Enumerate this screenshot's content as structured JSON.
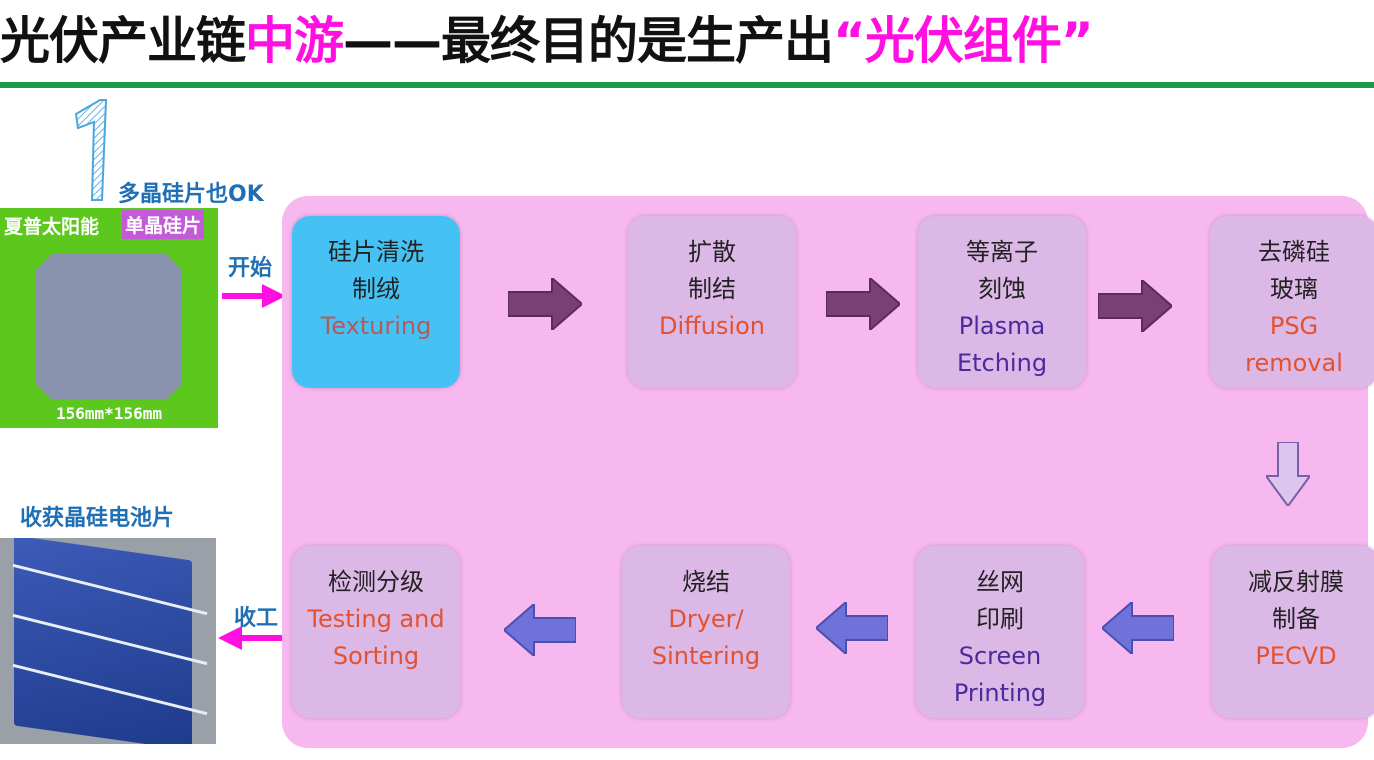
{
  "title": {
    "part1": "光伏产业链",
    "part2": "中游",
    "part3": "——最终目的是生产出",
    "part4": "“光伏组件”"
  },
  "colors": {
    "highlight": "#ff10e0",
    "accent_bar": "#1a9a4a",
    "label_blue": "#1f6fb5",
    "panel_bg": "#f6b8ee",
    "step_bg": "#dcb8e6",
    "first_step_bg": "#45c2f3",
    "arrow_right": "#7b3f78",
    "arrow_down_left": "#6f72d8"
  },
  "step_number": "1",
  "note_ok": "多晶硅片也OK",
  "wafer": {
    "brand": "夏普太阳能",
    "type": "单晶硅片",
    "size": "156mm*156mm"
  },
  "start_label": "开始",
  "finish_label": "收工",
  "harvest_label": "收获晶硅电池片",
  "steps": [
    {
      "zh1": "硅片清洗",
      "zh2": "制绒",
      "en1": "Texturing",
      "en2": ""
    },
    {
      "zh1": "扩散",
      "zh2": "制结",
      "en1": "Diffusion",
      "en2": ""
    },
    {
      "zh1": "等离子",
      "zh2": "刻蚀",
      "en1": "Plasma",
      "en2": "Etching"
    },
    {
      "zh1": "去磷硅",
      "zh2": "玻璃",
      "en1": "PSG",
      "en2": "removal"
    },
    {
      "zh1": "减反射膜",
      "zh2": "制备",
      "en1": "PECVD",
      "en2": ""
    },
    {
      "zh1": "丝网",
      "zh2": "印刷",
      "en1": "Screen",
      "en2": "Printing"
    },
    {
      "zh1": "烧结",
      "zh2": "",
      "en1": "Dryer/",
      "en2": "Sintering"
    },
    {
      "zh1": "检测分级",
      "zh2": "",
      "en1": "Testing and",
      "en2": "Sorting"
    }
  ]
}
